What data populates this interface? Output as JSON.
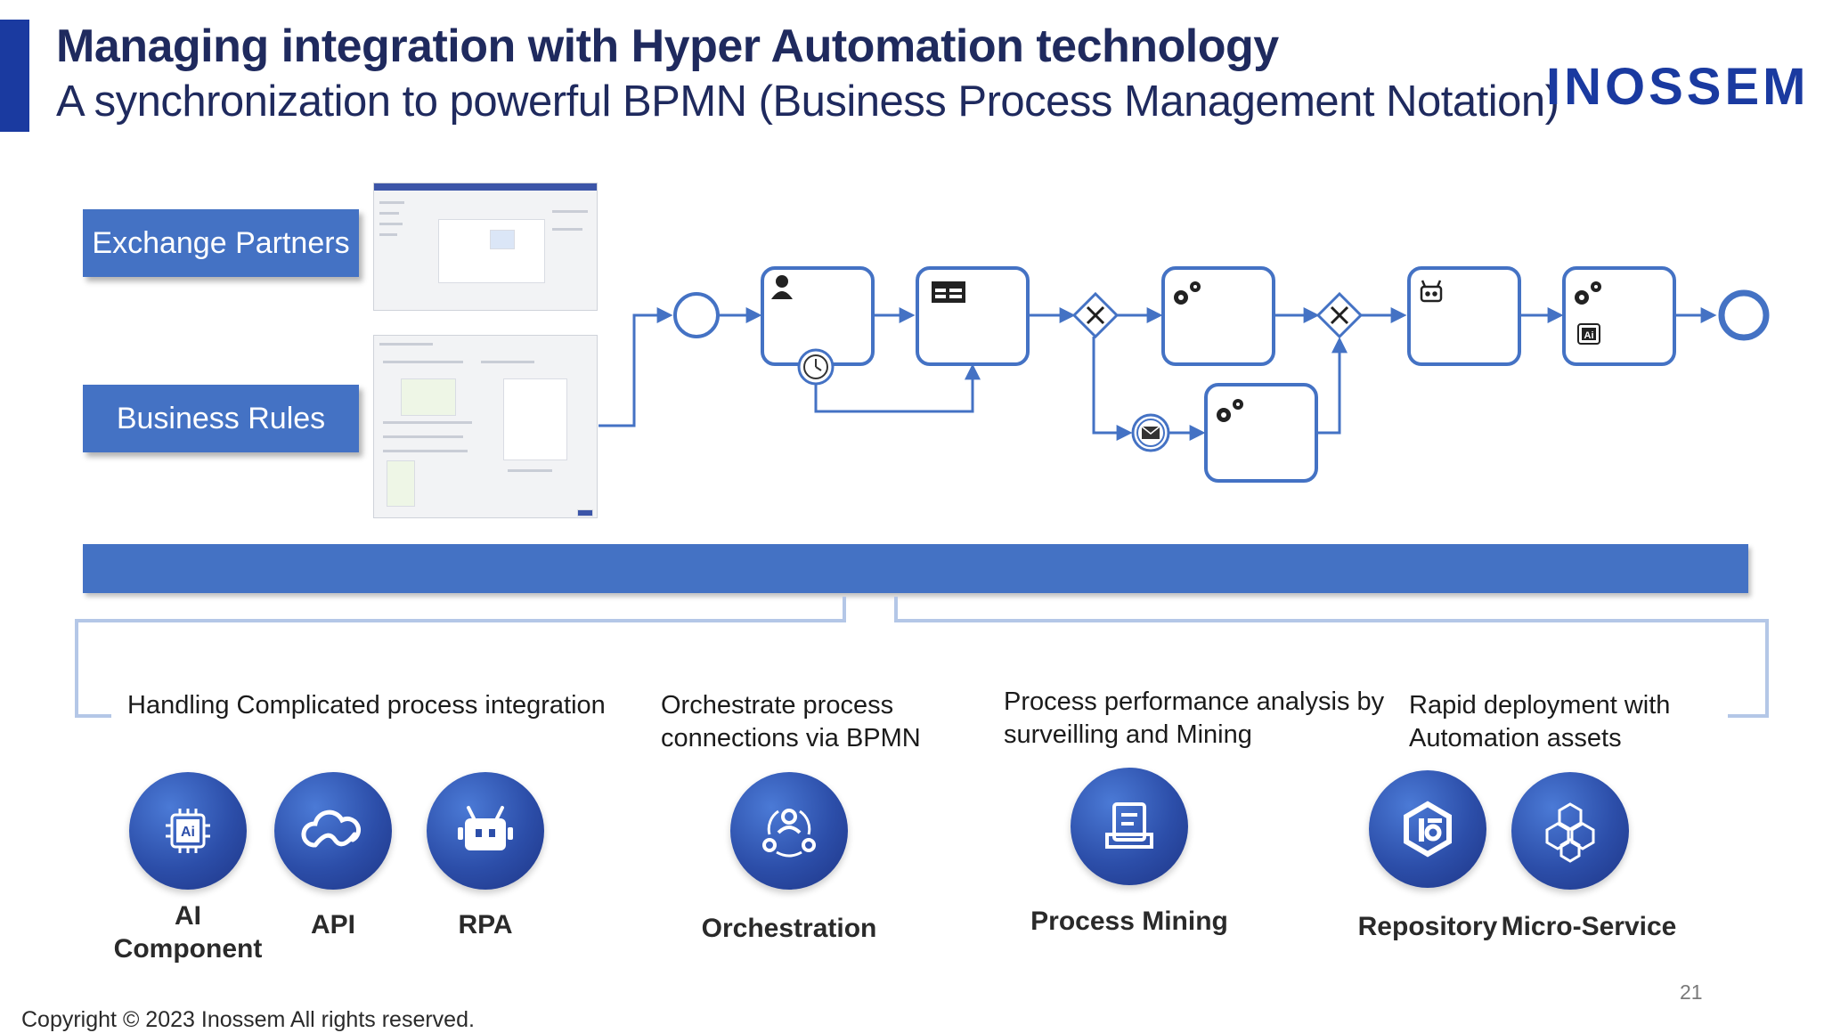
{
  "header": {
    "title": "Managing integration with Hyper Automation technology",
    "subtitle": "A synchronization to powerful BPMN (Business Process Management Notation)",
    "logo_text": "INOSSEM"
  },
  "left_inputs": [
    {
      "label": "Exchange Partners"
    },
    {
      "label": "Business Rules"
    }
  ],
  "bpmn": {
    "nodes": [
      "start-event",
      "user-task",
      "form-task",
      "exclusive-gateway",
      "service-task",
      "message-event",
      "service-task-branch",
      "exclusive-gateway",
      "robot-task",
      "ai-service-task",
      "end-event"
    ]
  },
  "categories": [
    {
      "text": "Handling Complicated process integration"
    },
    {
      "line1": "Orchestrate process",
      "line2": "connections via BPMN"
    },
    {
      "line1": "Process performance analysis by",
      "line2": "surveilling and Mining"
    },
    {
      "line1": "Rapid deployment with",
      "line2": "Automation assets"
    }
  ],
  "components": [
    {
      "line1": "AI",
      "line2": "Component",
      "icon": "ai-chip-icon"
    },
    {
      "label": "API",
      "icon": "api-cloud-icon"
    },
    {
      "label": "RPA",
      "icon": "robot-icon"
    },
    {
      "label": "Orchestration",
      "icon": "orchestration-icon"
    },
    {
      "label": "Process Mining",
      "icon": "process-mining-icon"
    },
    {
      "label": "Repository",
      "icon": "repository-icon"
    },
    {
      "label": "Micro-Service",
      "icon": "cubes-icon"
    }
  ],
  "colors": {
    "accent": "#1a3aa0",
    "box_blue": "#4472c4",
    "line_blue": "#b4c7e7",
    "icon_dark": "#2c4ea9"
  },
  "footer": {
    "copyright": "Copyright © 2023  Inossem  All rights reserved.",
    "page_number": "21"
  }
}
